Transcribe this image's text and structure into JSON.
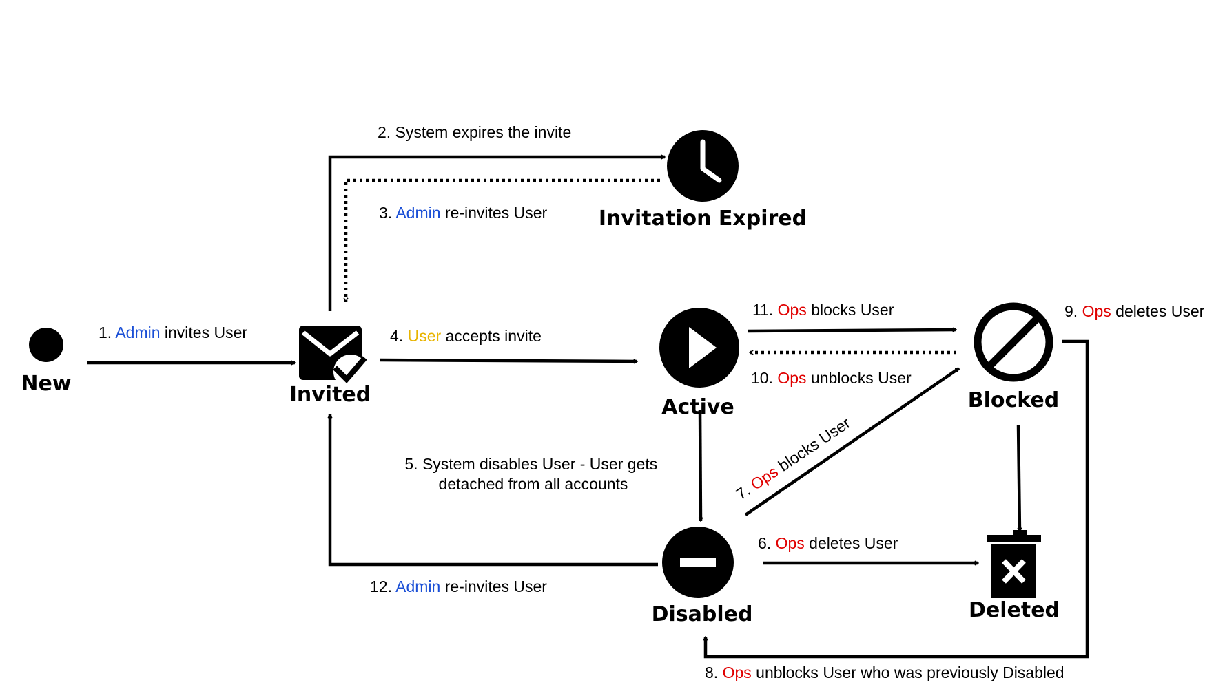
{
  "colors": {
    "line": "#000000",
    "admin": "#1a4fd6",
    "user": "#e8b400",
    "ops": "#e00000",
    "background": "#ffffff"
  },
  "states": {
    "new": {
      "label": "New",
      "icon": "filled-circle-icon"
    },
    "invited": {
      "label": "Invited",
      "icon": "envelope-check-icon"
    },
    "expired": {
      "label": "Invitation Expired",
      "icon": "clock-icon"
    },
    "active": {
      "label": "Active",
      "icon": "play-icon"
    },
    "blocked": {
      "label": "Blocked",
      "icon": "no-entry-slash-icon"
    },
    "disabled": {
      "label": "Disabled",
      "icon": "minus-circle-icon"
    },
    "deleted": {
      "label": "Deleted",
      "icon": "trash-x-icon"
    }
  },
  "transitions": {
    "t1": {
      "num": "1. ",
      "actor": "Admin",
      "text": " invites User"
    },
    "t2": {
      "num": "2. ",
      "actor": "",
      "text": "System expires the invite"
    },
    "t3": {
      "num": "3. ",
      "actor": "Admin",
      "text": " re-invites User"
    },
    "t4": {
      "num": "4. ",
      "actor": "User",
      "text": " accepts invite"
    },
    "t5": {
      "line1": "5. System disables User - User gets",
      "line2": "detached from all accounts"
    },
    "t6": {
      "num": "6. ",
      "actor": "Ops",
      "text": " deletes User"
    },
    "t7": {
      "num": "7. ",
      "actor": "Ops",
      "text": " blocks User"
    },
    "t8": {
      "num": "8. ",
      "actor": "Ops",
      "text": " unblocks User who was previously Disabled"
    },
    "t9": {
      "num": "9. ",
      "actor": "Ops",
      "text": " deletes User"
    },
    "t10": {
      "num": "10. ",
      "actor": "Ops",
      "text": " unblocks User"
    },
    "t11": {
      "num": "11. ",
      "actor": "Ops",
      "text": " blocks User"
    },
    "t12": {
      "num": "12. ",
      "actor": "Admin",
      "text": " re-invites User"
    }
  }
}
